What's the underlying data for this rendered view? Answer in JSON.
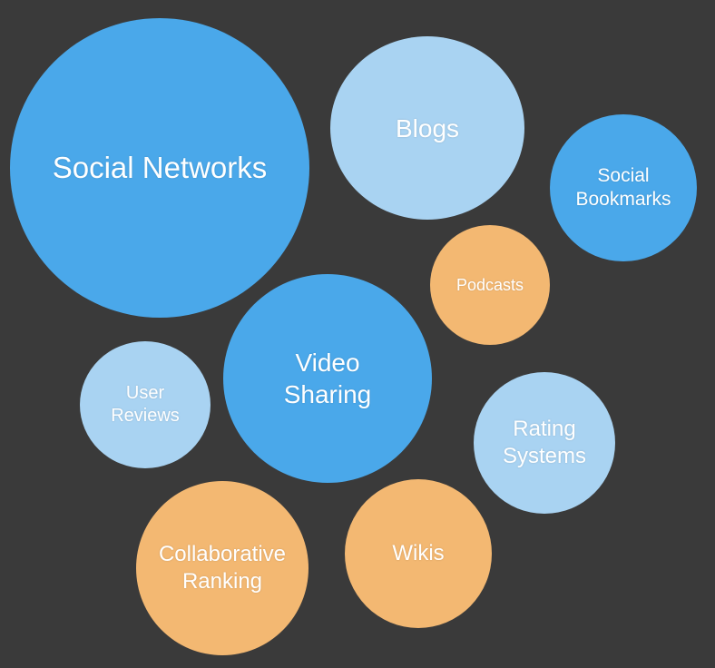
{
  "colors": {
    "background": "#3a3a3a",
    "blue": "#4aa8ea",
    "light_blue": "#a9d3f2",
    "orange": "#f3b872",
    "text": "#ffffff"
  },
  "bubbles": [
    {
      "label": "Social Networks",
      "color": "blue"
    },
    {
      "label": "Blogs",
      "color": "light_blue"
    },
    {
      "label": "Social\nBookmarks",
      "color": "blue"
    },
    {
      "label": "Podcasts",
      "color": "orange"
    },
    {
      "label": "Video\nSharing",
      "color": "blue"
    },
    {
      "label": "User\nReviews",
      "color": "light_blue"
    },
    {
      "label": "Rating\nSystems",
      "color": "light_blue"
    },
    {
      "label": "Collaborative\nRanking",
      "color": "orange"
    },
    {
      "label": "Wikis",
      "color": "orange"
    }
  ]
}
